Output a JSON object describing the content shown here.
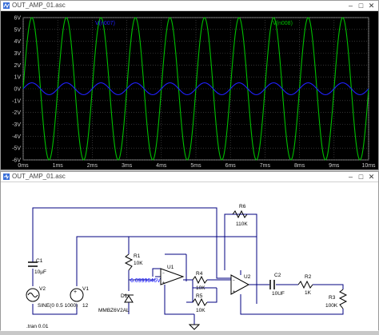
{
  "waveform_window": {
    "title": "OUT_AMP_01.asc",
    "controls": {
      "minimize": "–",
      "maximize": "□",
      "close": "✕"
    },
    "traces": [
      {
        "label": "V(n008)",
        "color": "#00c000"
      },
      {
        "label": "V(n007)",
        "color": "#2020ff"
      }
    ],
    "y_ticks": [
      "6V",
      "5V",
      "4V",
      "3V",
      "2V",
      "1V",
      "0V",
      "-1V",
      "-2V",
      "-3V",
      "-4V",
      "-5V",
      "-6V"
    ],
    "x_ticks": [
      "0ms",
      "1ms",
      "2ms",
      "3ms",
      "4ms",
      "5ms",
      "6ms",
      "7ms",
      "8ms",
      "9ms",
      "10ms"
    ]
  },
  "chart_data": {
    "type": "line",
    "xlim": [
      0,
      10
    ],
    "ylim": [
      -6,
      6
    ],
    "grid": true,
    "series": [
      {
        "name": "V(n008)",
        "amplitude": 6.0,
        "offset": 0,
        "frequency_per_ms": 1
      },
      {
        "name": "V(n007)",
        "amplitude": 0.5,
        "offset": 0,
        "frequency_per_ms": 1
      }
    ]
  },
  "schematic_window": {
    "title": "OUT_AMP_01.asc",
    "controls": {
      "minimize": "–",
      "maximize": "□",
      "close": "✕"
    },
    "labels": {
      "c1_name": "C1",
      "c1_val": "10µF",
      "v2_name": "V2",
      "v2_val": "SINE(0 0.5 1000)",
      "v1_name": "V1",
      "v1_val": "12",
      "r1_name": "R1",
      "r1_val": "10K",
      "d1_name": "D1",
      "d1_val": "MMBZ6V2AL",
      "node_voltage": "6.0999646V",
      "u1_name": "U1",
      "r4_name": "R4",
      "r4_val": "10K",
      "r5_name": "R5",
      "r5_val": "10K",
      "r6_name": "R6",
      "r6_val": "110K",
      "u2_name": "U2",
      "c2_name": "C2",
      "c2_val": "10UF",
      "r2_name": "R2",
      "r2_val": "1K",
      "r3_name": "R3",
      "r3_val": "100K",
      "directive": ".tran 0.01"
    }
  }
}
